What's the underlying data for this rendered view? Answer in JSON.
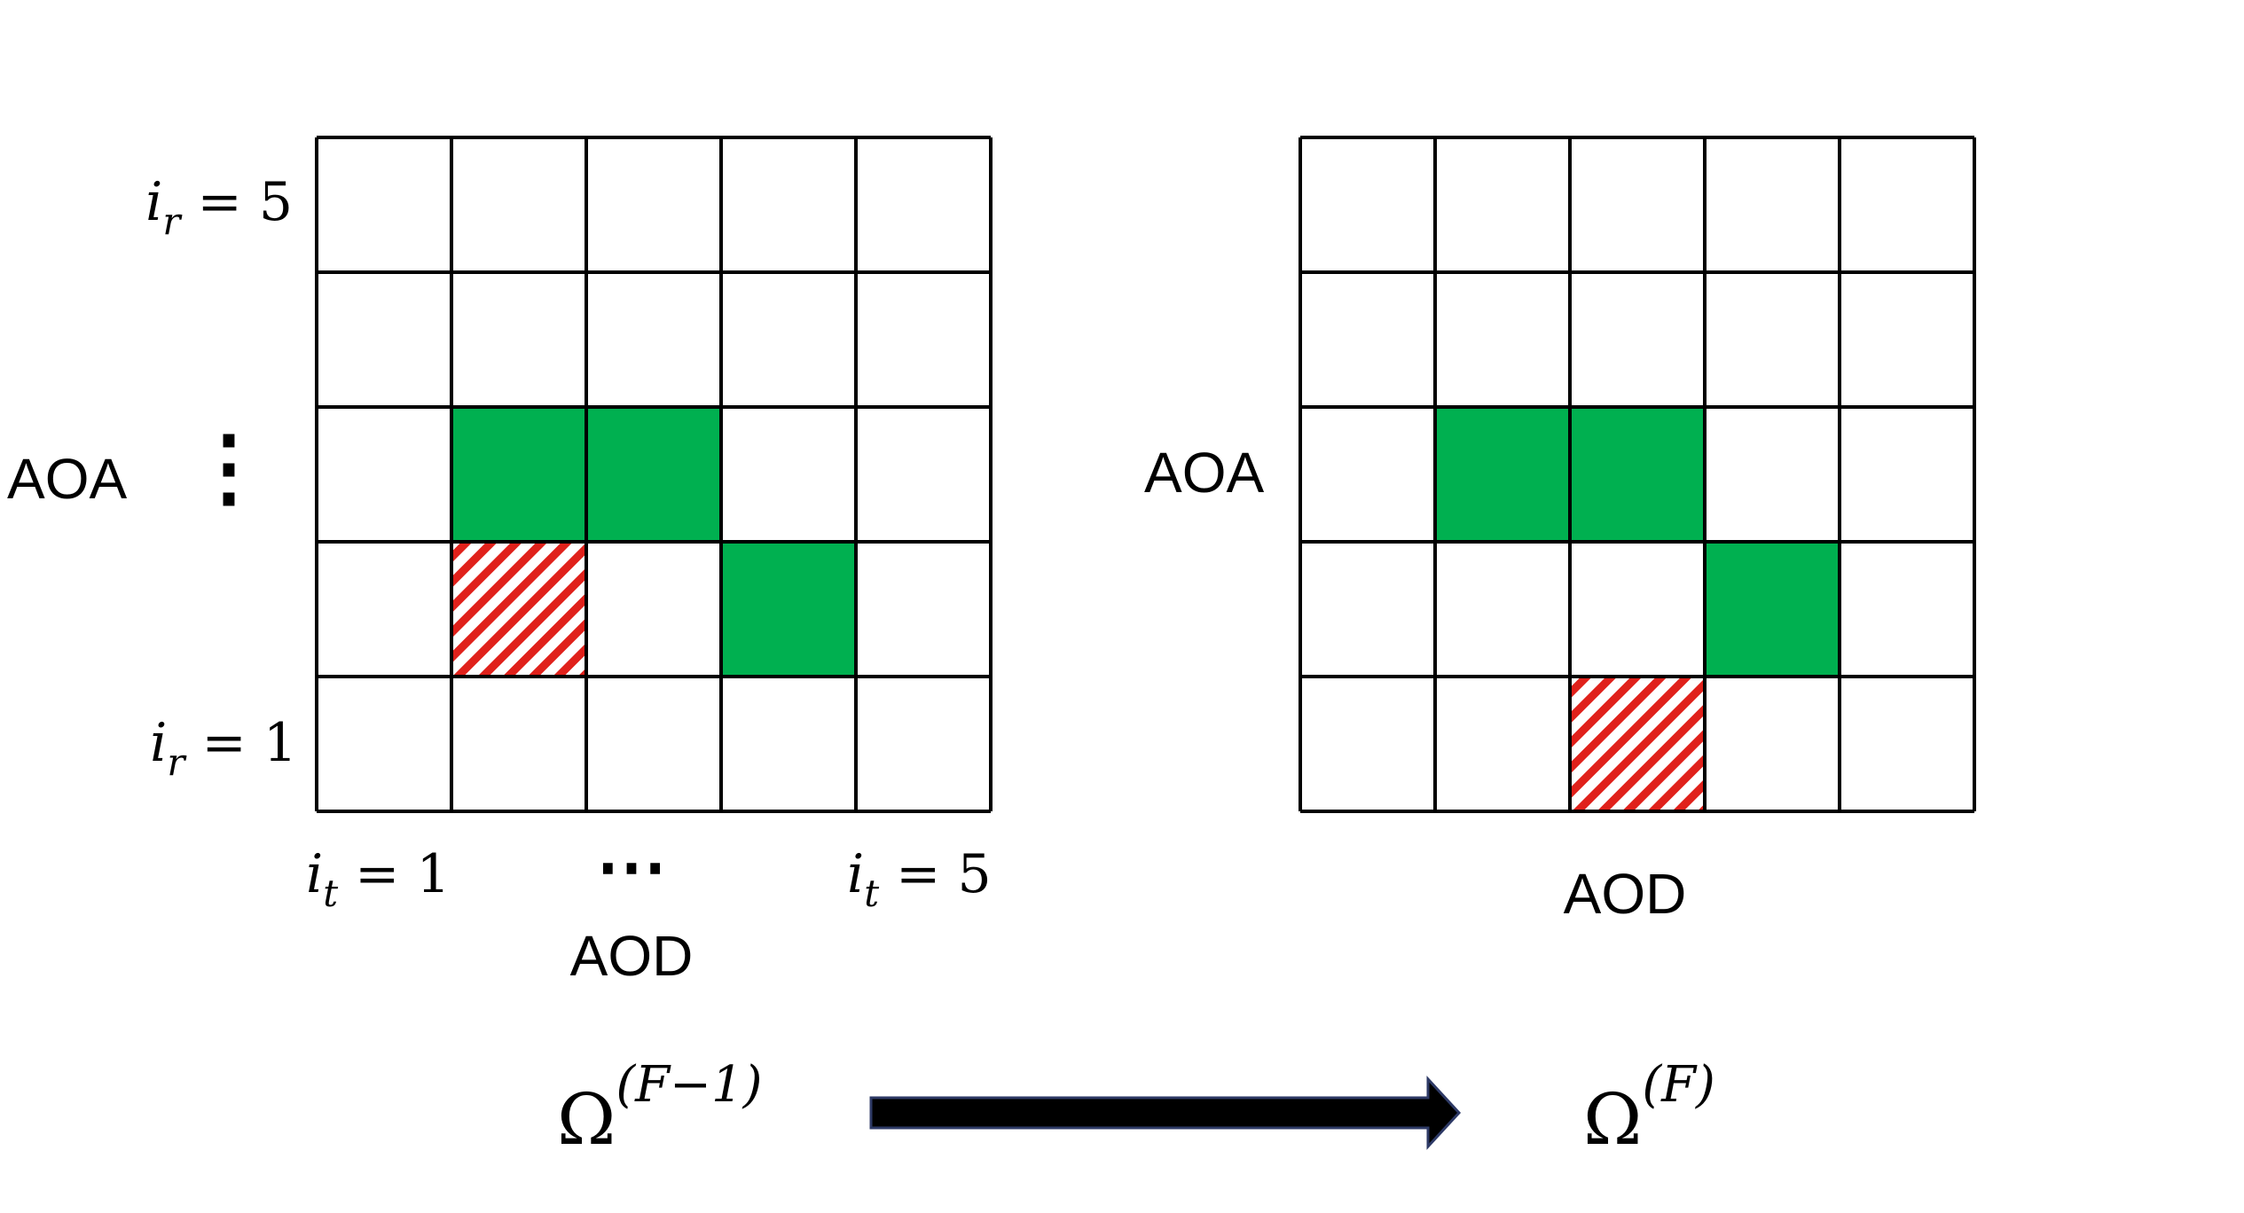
{
  "left_panel": {
    "row_label_top": {
      "symbol": "i",
      "subscript": "r",
      "rest": " = 5"
    },
    "row_label_bottom": {
      "symbol": "i",
      "subscript": "r",
      "rest": " = 1"
    },
    "col_label_left": {
      "symbol": "i",
      "subscript": "t",
      "rest": " = 1"
    },
    "col_label_right": {
      "symbol": "i",
      "subscript": "t",
      "rest": " = 5"
    },
    "vertical_ellipsis": "⋮",
    "horizontal_ellipsis": "⋯",
    "y_axis_label": "AOA",
    "x_axis_label": "AOD",
    "rows": 5,
    "cols": 5,
    "green_cells": [
      [
        3,
        2
      ],
      [
        3,
        3
      ],
      [
        2,
        4
      ]
    ],
    "hatched_cells": [
      [
        2,
        2
      ]
    ]
  },
  "right_panel": {
    "y_axis_label": "AOA",
    "x_axis_label": "AOD",
    "rows": 5,
    "cols": 5,
    "green_cells": [
      [
        3,
        2
      ],
      [
        3,
        3
      ],
      [
        2,
        4
      ]
    ],
    "hatched_cells": [
      [
        1,
        3
      ]
    ]
  },
  "transition": {
    "from_base": "Ω",
    "from_sup": "(F−1)",
    "to_base": "Ω",
    "to_sup": "(F)"
  },
  "colors": {
    "green_fill": "#00B050",
    "hatch_red": "#E0211B",
    "grid_line": "#000000",
    "arrow_fill": "#000000",
    "arrow_stroke": "#2E3A66"
  }
}
